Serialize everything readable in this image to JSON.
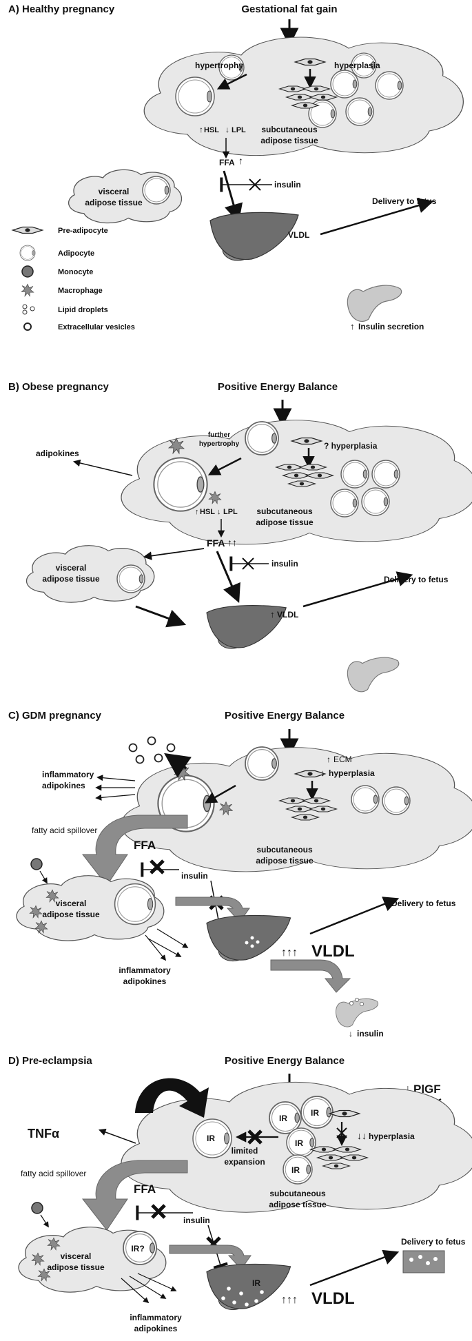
{
  "panels": {
    "a": {
      "title": "A) Healthy pregnancy",
      "header": "Gestational fat gain",
      "hypertrophy": "hypertrophy",
      "hyperplasia": "hyperplasia",
      "hsl": "HSL",
      "lpl": "LPL",
      "sat_line1": "subcutaneous",
      "sat_line2": "adipose tissue",
      "ffa": "FFA",
      "insulin": "insulin",
      "vat_line1": "visceral",
      "vat_line2": "adipose tissue",
      "vldl": "VLDL",
      "delivery": "Delivery to fetus",
      "insulin_secretion": "Insulin secretion"
    },
    "b": {
      "title": "B) Obese pregnancy",
      "header": "Positive Energy Balance",
      "further1": "further",
      "further2": "hypertrophy",
      "hyperplasia": "? hyperplasia",
      "adipokines": "adipokines",
      "hsl": "HSL",
      "lpl": "LPL",
      "sat_line1": "subcutaneous",
      "sat_line2": "adipose tissue",
      "ffa": "FFA",
      "insulin": "insulin",
      "vat_line1": "visceral",
      "vat_line2": "adipose tissue",
      "vldl": "VLDL",
      "delivery": "Delivery to fetus"
    },
    "c": {
      "title": "C) GDM pregnancy",
      "header": "Positive Energy Balance",
      "ecm": "ECM",
      "hyperplasia": "hyperplasia",
      "infl1": "inflammatory",
      "infl2": "adipokines",
      "spillover": "fatty acid spillover",
      "ffa": "FFA",
      "insulin": "insulin",
      "sat_line1": "subcutaneous",
      "sat_line2": "adipose tissue",
      "vat_line1": "visceral",
      "vat_line2": "adipose tissue",
      "vldl": "VLDL",
      "delivery": "Delivery to fetus",
      "infl_b1": "inflammatory",
      "infl_b2": "adipokines",
      "insulin_low": "insulin"
    },
    "d": {
      "title": "D) Pre-eclampsia",
      "header": "Positive Energy Balance",
      "plgf": "PlGF",
      "tnf": "TNFα",
      "ir": "IR",
      "ir_q": "IR?",
      "limited1": "limited",
      "limited2": "expansion",
      "hyperplasia": "hyperplasia",
      "sat_line1": "subcutaneous",
      "sat_line2": "adipose tissue",
      "spillover": "fatty acid spillover",
      "ffa": "FFA",
      "insulin": "insulin",
      "vat_line1": "visceral",
      "vat_line2": "adipose tissue",
      "vldl": "VLDL",
      "delivery": "Delivery to fetus",
      "infl1": "inflammatory",
      "infl2": "adipokines"
    }
  },
  "legend": [
    {
      "icon": "pre-adipocyte-icon",
      "label": "Pre-adipocyte"
    },
    {
      "icon": "adipocyte-icon",
      "label": "Adipocyte"
    },
    {
      "icon": "monocyte-icon",
      "label": "Monocyte"
    },
    {
      "icon": "macrophage-icon",
      "label": "Macrophage"
    },
    {
      "icon": "lipid-droplets-icon",
      "label": "Lipid droplets"
    },
    {
      "icon": "extracellular-vesicles-icon",
      "label": "Extracellular vesicles"
    }
  ],
  "colors": {
    "tissue_fill": "#e8e8e8",
    "tissue_stroke": "#555555",
    "liver": "#6e6e6e",
    "thick_arrow": "#8c8c8c",
    "ink": "#111111"
  }
}
